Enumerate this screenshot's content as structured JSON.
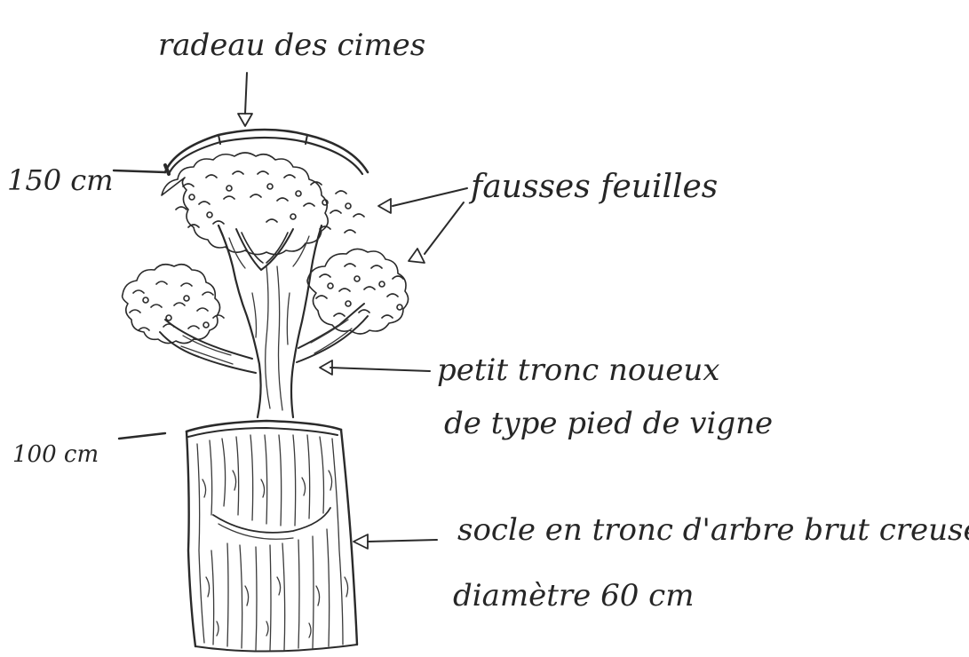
{
  "labels": {
    "top": "radeau des cimes",
    "height_top": "150 cm",
    "leaves": "fausses feuilles",
    "trunk_line1": "petit tronc noueux",
    "trunk_line2": "de type pied de vigne",
    "height_base": "100 cm",
    "base_line1": "socle en tronc d'arbre brut creusé",
    "base_line2": "diamètre 60 cm"
  },
  "colors": {
    "ink": "#2a2a2a",
    "paper": "#ffffff"
  }
}
